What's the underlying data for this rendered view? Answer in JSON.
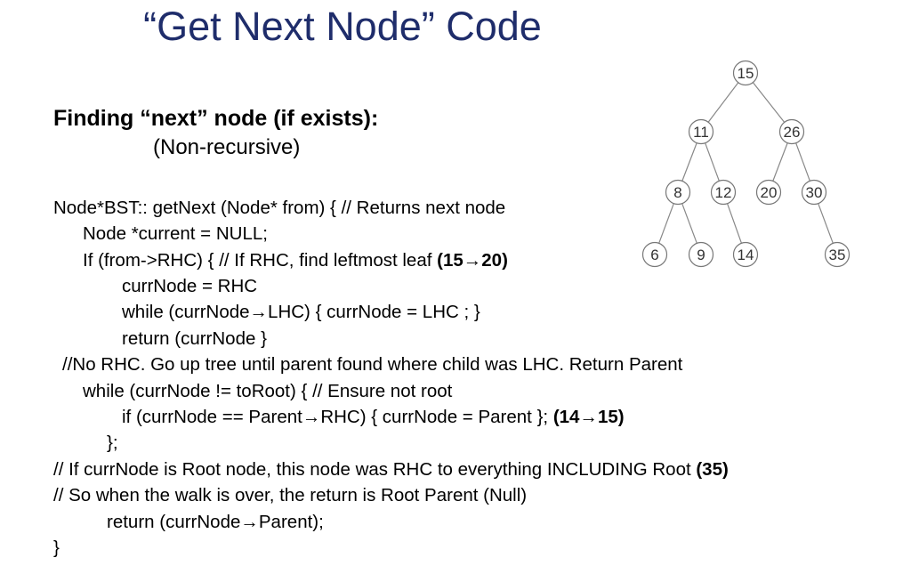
{
  "title": "“Get Next Node” Code",
  "heading": "Finding “next” node (if exists):",
  "subheading": "(Non-recursive)",
  "code_lines": [
    {
      "text": "Node*BST:: getNext (Node* from) { // Returns next node",
      "bold": ""
    },
    {
      "text": "Node *current = NULL;",
      "bold": ""
    },
    {
      "text": "If (from->RHC) {   // If RHC, find leftmost leaf ",
      "bold": "(15→20)"
    },
    {
      "text": "currNode = RHC",
      "bold": ""
    },
    {
      "text": "while (currNode→LHC) { currNode = LHC ; }",
      "bold": ""
    },
    {
      "text": "return (currNode }",
      "bold": ""
    },
    {
      "text": "//No RHC.  Go up tree until parent found where child was LHC. Return Parent",
      "bold": ""
    },
    {
      "text": "while (currNode != toRoot) {   // Ensure not root",
      "bold": ""
    },
    {
      "text": "if (currNode  == Parent→RHC) {  currNode = Parent };  ",
      "bold": "(14→15)"
    },
    {
      "text": "};",
      "bold": ""
    },
    {
      "text": "// If currNode is Root node, this node was RHC to everything INCLUDING Root ",
      "bold": "(35)"
    },
    {
      "text": "// So when the walk is over, the return is Root Parent (Null)",
      "bold": ""
    },
    {
      "text": "return (currNode→Parent);",
      "bold": ""
    },
    {
      "text": "}",
      "bold": ""
    }
  ],
  "tree": {
    "nodes": [
      {
        "id": "n15",
        "label": "15"
      },
      {
        "id": "n11",
        "label": "11"
      },
      {
        "id": "n26",
        "label": "26"
      },
      {
        "id": "n8",
        "label": "8"
      },
      {
        "id": "n12",
        "label": "12"
      },
      {
        "id": "n20",
        "label": "20"
      },
      {
        "id": "n30",
        "label": "30"
      },
      {
        "id": "n6",
        "label": "6"
      },
      {
        "id": "n9",
        "label": "9"
      },
      {
        "id": "n14",
        "label": "14"
      },
      {
        "id": "n35",
        "label": "35"
      }
    ],
    "edges": [
      [
        "n15",
        "n11"
      ],
      [
        "n15",
        "n26"
      ],
      [
        "n11",
        "n8"
      ],
      [
        "n11",
        "n12"
      ],
      [
        "n26",
        "n20"
      ],
      [
        "n26",
        "n30"
      ],
      [
        "n8",
        "n6"
      ],
      [
        "n8",
        "n9"
      ],
      [
        "n12",
        "n14"
      ],
      [
        "n30",
        "n35"
      ]
    ]
  }
}
